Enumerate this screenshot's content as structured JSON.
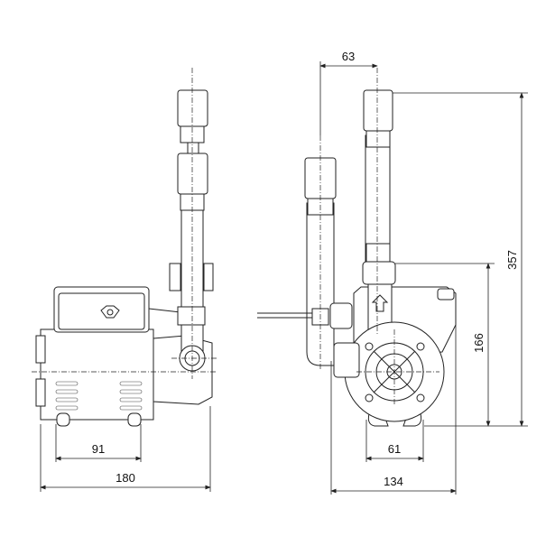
{
  "dimensions": {
    "left_view": {
      "foot_spacing": "91",
      "overall_length": "180"
    },
    "right_view": {
      "inlet_offset": "63",
      "overall_height": "357",
      "outlet_height": "166",
      "foot_width": "61",
      "overall_width": "134"
    }
  }
}
